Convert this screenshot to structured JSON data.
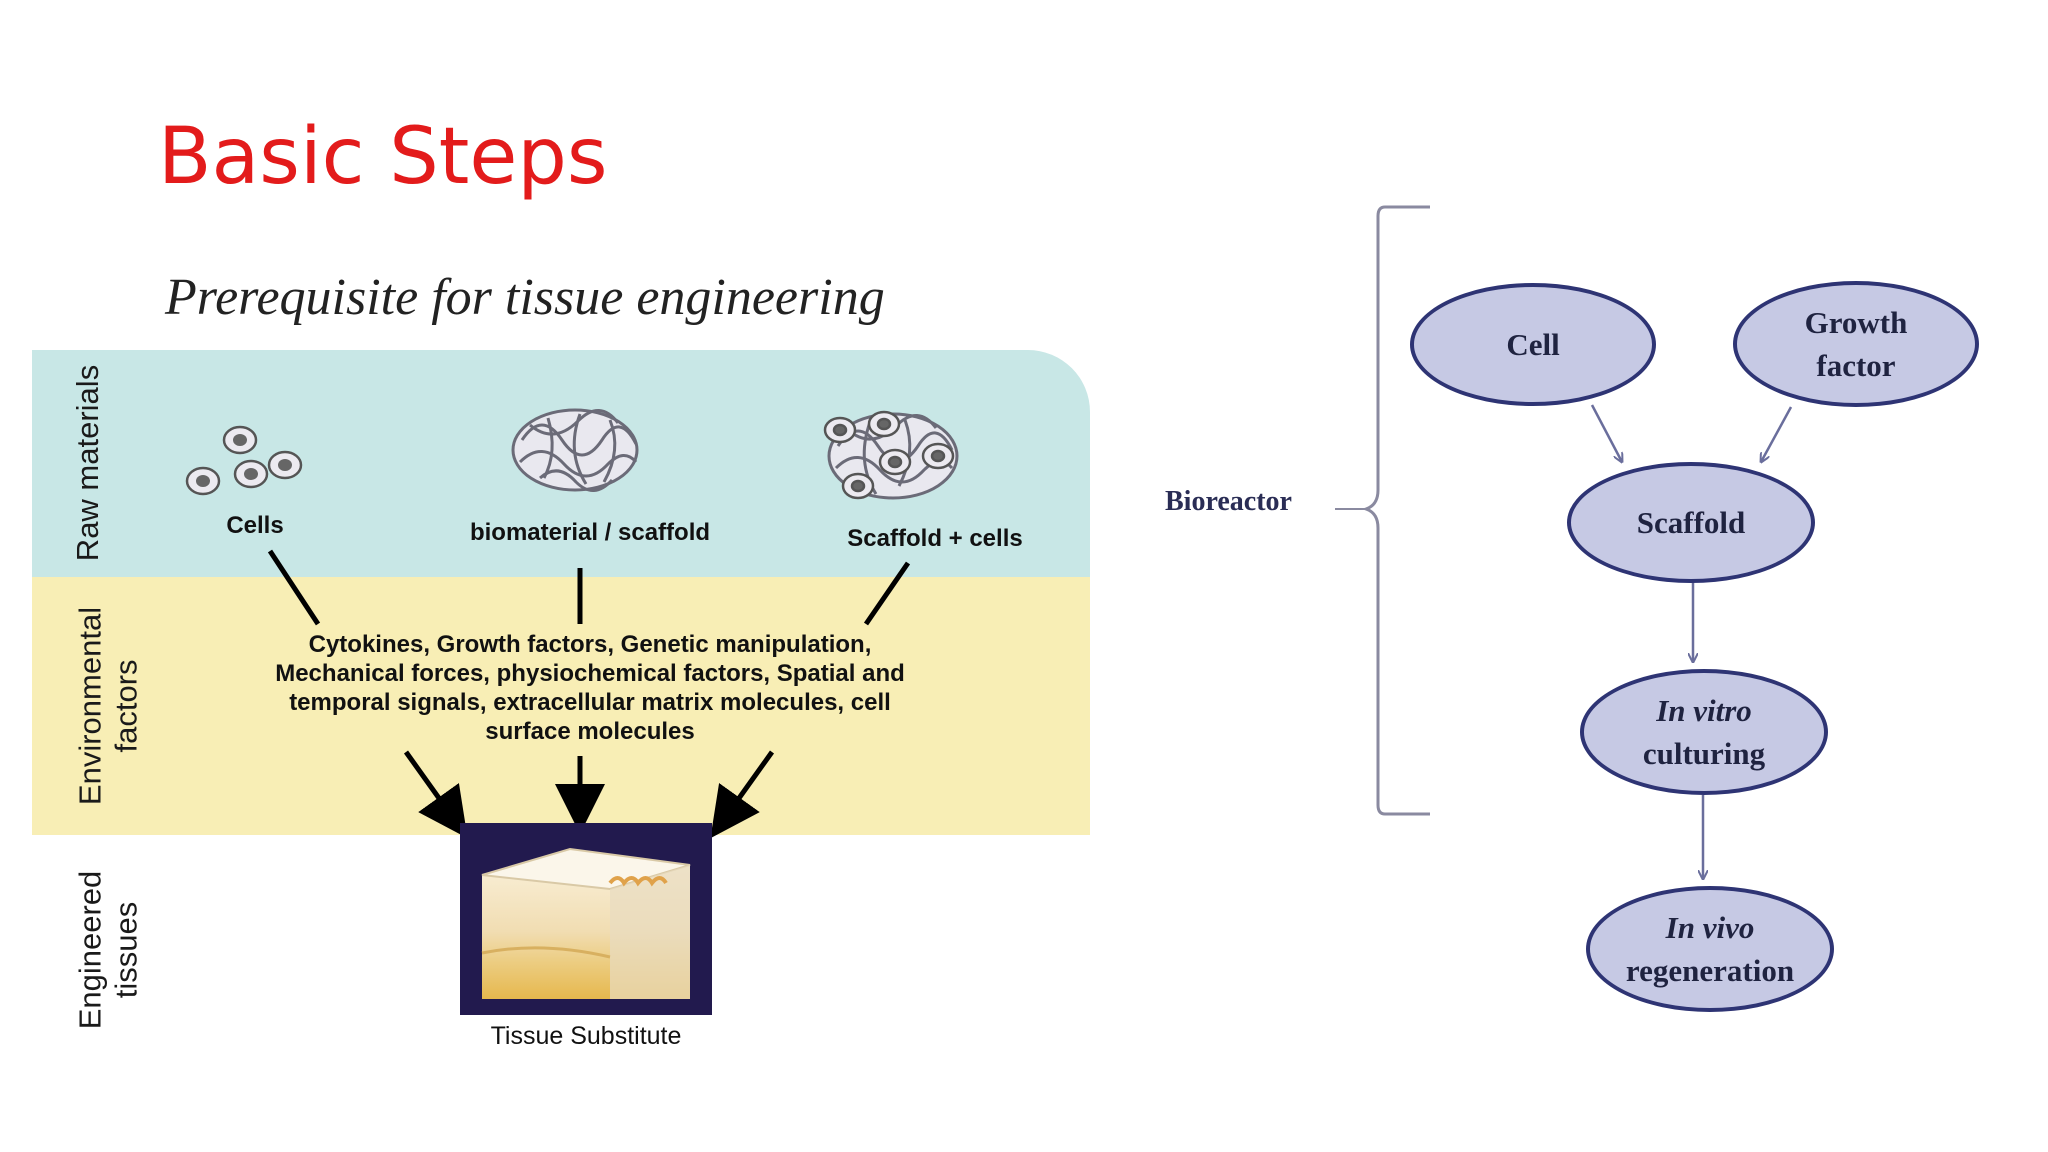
{
  "slide": {
    "title": "Basic Steps"
  },
  "left_diagram": {
    "title": "Prerequisite for tissue engineering",
    "rows": {
      "raw": "Raw materials",
      "env_line1": "Environmental",
      "env_line2": "factors",
      "eng_line1": "Engineered",
      "eng_line2": "tissues"
    },
    "items": {
      "cells": "Cells",
      "biomaterial": "biomaterial / scaffold",
      "scaffold_cells": "Scaffold + cells"
    },
    "env_text": [
      "Cytokines, Growth factors, Genetic manipulation,",
      "Mechanical forces, physiochemical factors, Spatial and",
      "temporal signals, extracellular matrix molecules, cell",
      "surface molecules"
    ],
    "result": "Tissue Substitute",
    "colors": {
      "raw_band": "#c8e7e6",
      "env_band": "#f8eeb5",
      "tissue_bg": "#221a4e"
    }
  },
  "right_diagram": {
    "bracket_label": "Bioreactor",
    "nodes": {
      "cell": "Cell",
      "growth_1": "Growth",
      "growth_2": "factor",
      "scaffold": "Scaffold",
      "invitro_1": "In vitro",
      "invitro_2": "culturing",
      "invivo_1": "In vivo",
      "invivo_2": "regeneration"
    },
    "colors": {
      "node_fill": "#c6c9e4",
      "node_border": "#2e3474"
    }
  },
  "colors": {
    "title": "#e31b1b"
  }
}
